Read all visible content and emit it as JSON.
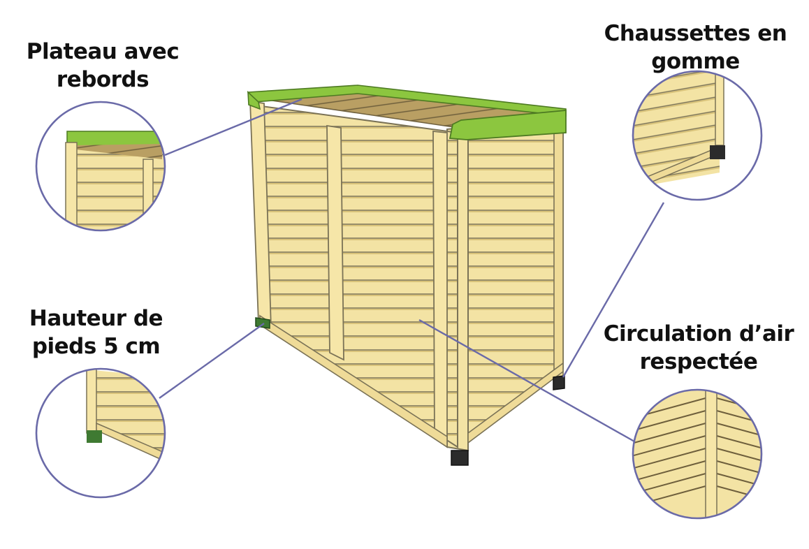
{
  "callouts": {
    "plateau": {
      "line1": "Plateau avec",
      "line2": "rebords"
    },
    "chaussettes": {
      "line1": "Chaussettes en",
      "line2": "gomme"
    },
    "hauteur": {
      "line1": "Hauteur de",
      "line2": "pieds 5 cm"
    },
    "circulation": {
      "line1": "Circulation d’air",
      "line2": "respectée"
    }
  },
  "colors": {
    "wood": "#f3e3a4",
    "wood_dark": "#d9c37a",
    "edge": "#7a7256",
    "green_trim": "#8cc63f",
    "foot_dark": "#2b2b2b",
    "foot_green": "#3f7a32",
    "callout_line": "#6a6aa8"
  }
}
